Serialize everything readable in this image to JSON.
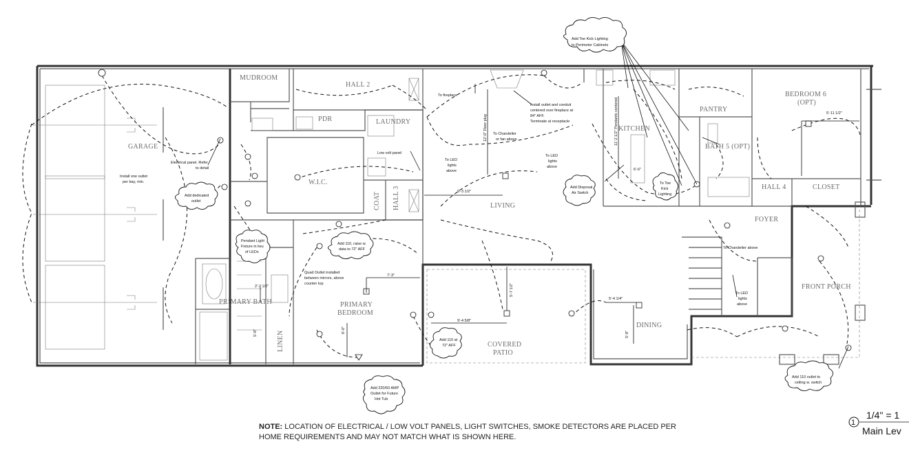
{
  "rooms": {
    "garage": "GARAGE",
    "mudroom": "MUDROOM",
    "hall2": "HALL 2",
    "pdr": "PDR",
    "laundry": "LAUNDRY",
    "wic": "W.I.C.",
    "coat": "COAT",
    "hall3": "HALL 3",
    "living": "LIVING",
    "kitchen": "KITCHEN",
    "pantry": "PANTRY",
    "bath5": "BATH 5 (OPT)",
    "bedroom6": "BEDROOM 6",
    "bedroom6_opt": "(OPT)",
    "hall4": "HALL 4",
    "closet": "CLOSET",
    "foyer": "FOYER",
    "front_porch": "FRONT PORCH",
    "primary_bath": "PRIMARY BATH",
    "linen": "LINEN",
    "primary_bedroom_1": "PRIMARY",
    "primary_bedroom_2": "BEDROOM",
    "covered_patio_1": "COVERED",
    "covered_patio_2": "PATIO",
    "dining": "DINING"
  },
  "notes": {
    "garage_outlet_1": "Install one outlet",
    "garage_outlet_2": "per bay, min.",
    "panel_1": "Electrical panel. Refer",
    "panel_2": "to detail",
    "low_volt": "Low volt panel",
    "to_fireplace": "To fireplace",
    "fp_plug": "12'-0\" Floor plug",
    "fp_outlet_1": "Install outlet and conduit",
    "fp_outlet_2": "centered over fireplace at",
    "fp_outlet_3": "84\" AFF.",
    "fp_outlet_4": "Terminate at receptacle",
    "chandelier_fan_1": "To Chandelier",
    "chandelier_fan_2": "or fan above",
    "to_led_a_1": "To LED",
    "to_led_a_2": "lights",
    "to_led_a_3": "above",
    "to_led_b_1": "To LED",
    "to_led_b_2": "lights",
    "to_led_b_3": "above",
    "to_led_c_1": "To LED",
    "to_led_c_2": "lights",
    "to_led_c_3": "above",
    "chandelier_above": "To Chandelier above",
    "kitchen_pendant": "11'-2 1/2\" Pendants centered",
    "dim_9_3": "9'-3 1/2\"",
    "dim_7_3": "7'-3\"",
    "dim_5_7": "5'-7 1/2\"",
    "dim_9_4": "9'-4 5/8\"",
    "dim_5_4": "5'-4 1/4\"",
    "dim_5_8": "5'-8\"",
    "dim_5_11": "5'-11 1/2\"",
    "dim_2_3": "2'-3 1/2\"",
    "dim_6_6": "6'-6\"",
    "dim_6_0": "6'-0\"",
    "dim_5_8b": "5'-8\"",
    "quad_1": "Quad Outlet installed",
    "quad_2": "between mirrors, above",
    "quad_3": "counter top"
  },
  "clouds": {
    "toe_kick_perimeter_1": "Add Toe Kick Lighting",
    "toe_kick_perimeter_2": "to Perimeter Cabinets",
    "dedicated_1": "Add dedicated",
    "dedicated_2": "outlet",
    "pendant_1": "Pendant Light",
    "pendant_2": "Fixture in lieu",
    "pendant_3": "of LEDs",
    "add110_raise_1": "Add 110, raise w.",
    "add110_raise_2": "data to 72\" AFF",
    "add110_72_1": "Add 110 at",
    "add110_72_2": "72\" AFF",
    "add220_1": "Add 220/60 AMP",
    "add220_2": "Outlet for Future",
    "add220_3": "Hot Tub",
    "disposal_1": "Add Disposal",
    "disposal_2": "Air Switch",
    "toe_kick_1": "To Toe",
    "toe_kick_2": "Kick",
    "toe_kick_3": "Lighting",
    "add110_ceiling_1": "Add 110 outlet to",
    "add110_ceiling_2": "ceiling w. switch"
  },
  "footnote": {
    "label": "NOTE:",
    "text": "LOCATION OF ELECTRICAL / LOW VOLT PANELS, LIGHT SWITCHES, SMOKE DETECTORS ARE PLACED PER HOME REQUIREMENTS AND MAY NOT MATCH WHAT IS SHOWN HERE."
  },
  "scale": {
    "number": "1",
    "ratio": "1/4\" = 1",
    "level": "Main Lev"
  }
}
